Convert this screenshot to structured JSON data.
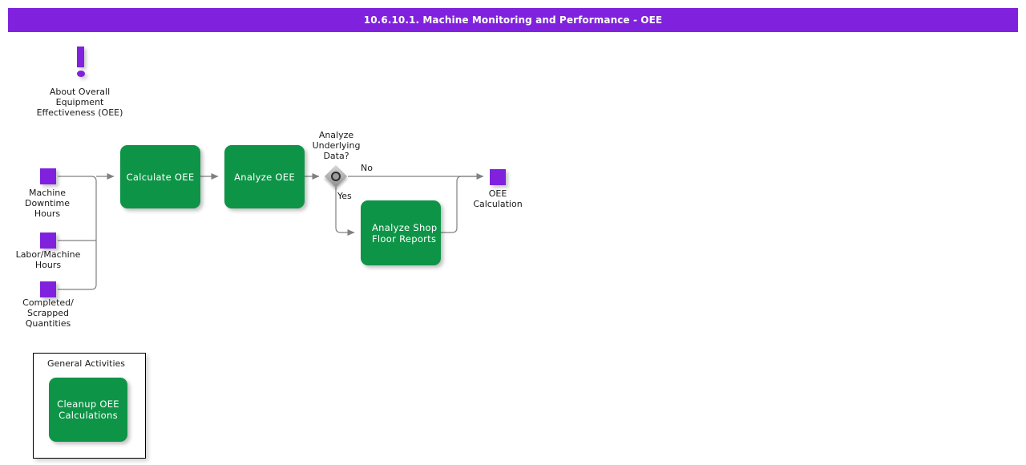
{
  "header": {
    "title": "10.6.10.1. Machine Monitoring and Performance - OEE",
    "background_color": "#8022dd",
    "text_color": "#ffffff"
  },
  "colors": {
    "purple": "#8022dd",
    "green": "#0e9447",
    "gateway_gray": "#b4b4b4",
    "connector": "#808080",
    "canvas": "#ffffff"
  },
  "annotation": {
    "icon": "exclamation-mark-icon",
    "label": "About Overall\nEquipment\nEffectiveness (OEE)"
  },
  "inputs": [
    {
      "icon": "data-object-icon",
      "label": "Machine\nDowntime\nHours"
    },
    {
      "icon": "data-object-icon",
      "label": "Labor/Machine\nHours"
    },
    {
      "icon": "data-object-icon",
      "label": "Completed/\nScrapped\nQuantities"
    }
  ],
  "tasks": [
    {
      "label": "Calculate OEE"
    },
    {
      "label": "Analyze OEE"
    },
    {
      "label": "Analyze Shop\nFloor Reports"
    }
  ],
  "gateway": {
    "label": "Analyze\nUnderlying\nData?",
    "type": "event-gateway-icon",
    "branches": [
      {
        "label": "No"
      },
      {
        "label": "Yes"
      }
    ]
  },
  "outputs": [
    {
      "icon": "data-object-icon",
      "label": "OEE\nCalculation"
    }
  ],
  "group": {
    "title": "General Activities",
    "tasks": [
      {
        "label": "Cleanup OEE\nCalculations"
      }
    ]
  }
}
